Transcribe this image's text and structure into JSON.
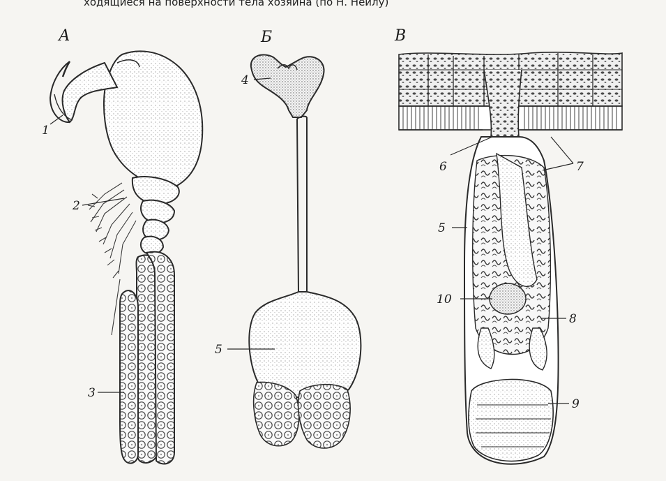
{
  "top_caption": "ходящиеся на поверхности тела хозяина (по Н. Нейлу)",
  "panels": {
    "a": "А",
    "b": "Б",
    "c": "В"
  },
  "labels": {
    "l1": "1",
    "l2": "2",
    "l3": "3",
    "l4": "4",
    "l5b": "5",
    "l5c": "5",
    "l6": "6",
    "l7": "7",
    "l8": "8",
    "l9": "9",
    "l10": "10"
  },
  "colors": {
    "ink": "#2a2a2a",
    "paper": "#f6f5f2",
    "stipple": "#6d6d6d"
  }
}
